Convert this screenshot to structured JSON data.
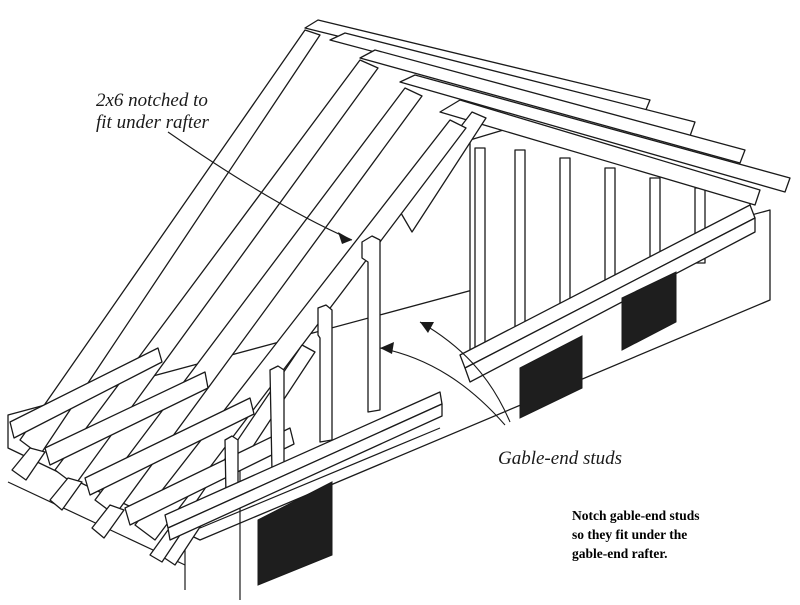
{
  "labels": {
    "notched_stud": "2x6 notched to\nfit under rafter",
    "gable_end_studs": "Gable-end studs"
  },
  "caption": {
    "text": "Notch gable-end studs\nso they fit under the\ngable-end rafter."
  },
  "colors": {
    "ink": "#1a1a1a",
    "paper": "#ffffff"
  }
}
